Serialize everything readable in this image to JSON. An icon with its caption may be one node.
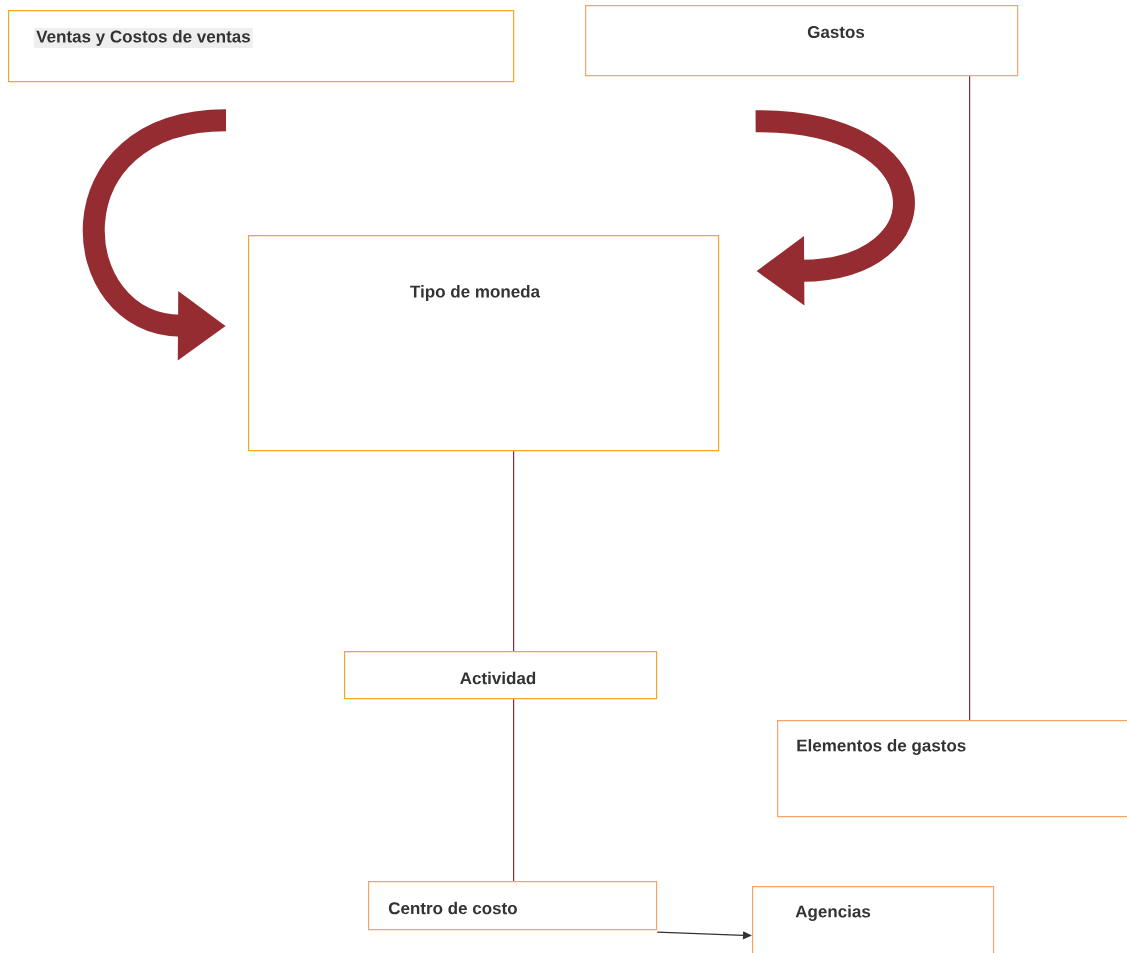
{
  "diagram": {
    "nodes": [
      {
        "text": [
          "Ventas  y   Costos de ventas"
        ]
      },
      {
        "text": [
          "Gastos"
        ]
      },
      {
        "text": [
          "Tipo de moneda"
        ]
      },
      {
        "text": [
          "Actividad"
        ]
      },
      {
        "text": [
          "Elementos de gastos"
        ]
      },
      {
        "text": [
          "Centro de costo"
        ]
      },
      {
        "text": [
          "Agencias"
        ]
      }
    ],
    "edges": [
      {
        "from": 0,
        "to": 2,
        "arrow": "to",
        "style": "thick"
      },
      {
        "from": 1,
        "to": 2,
        "arrow": "to",
        "style": "thick"
      },
      {
        "from": 2,
        "to": 3,
        "arrow": "none"
      },
      {
        "from": 3,
        "to": 5,
        "arrow": "none"
      },
      {
        "from": 1,
        "to": 4,
        "arrow": "none"
      },
      {
        "from": 5,
        "to": 6,
        "arrow": "to",
        "color": "#333333"
      }
    ]
  }
}
